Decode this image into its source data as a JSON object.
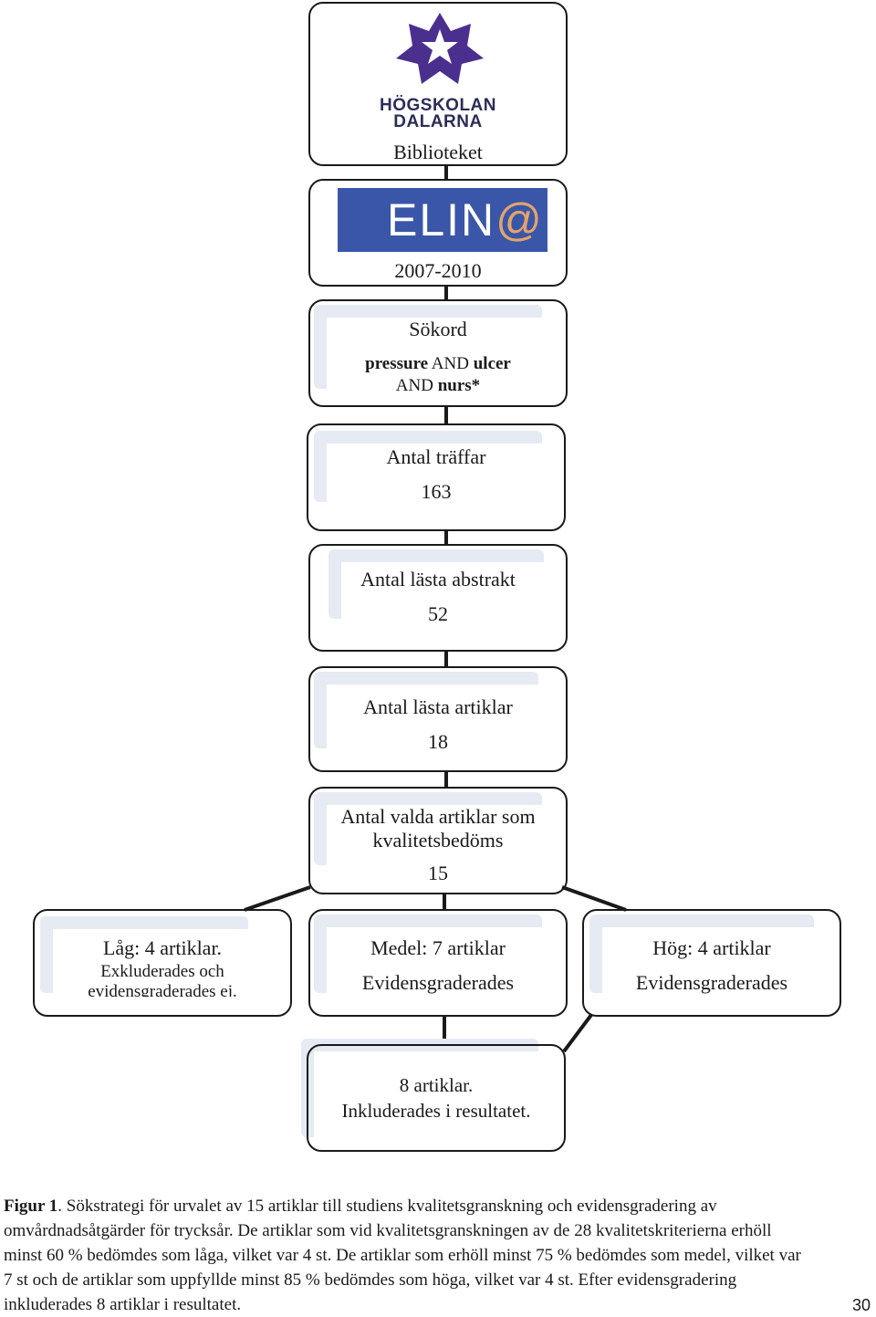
{
  "logo": {
    "line1": "HÖGSKOLAN",
    "line2": "DALARNA",
    "star_color": "#4b2f8f"
  },
  "boxes": {
    "library": "Biblioteket",
    "database": {
      "logo_text": "ELIN",
      "logo_at": "@",
      "years": "2007-2010"
    },
    "search": {
      "title": "Sökord",
      "term1": "pressure",
      "and1": "AND",
      "term2": "ulcer",
      "and2": "AND",
      "term3": "nurs*"
    },
    "hits": {
      "label": "Antal träffar",
      "value": "163"
    },
    "abstracts": {
      "label": "Antal lästa abstrakt",
      "value": "52"
    },
    "articles": {
      "label": "Antal lästa artiklar",
      "value": "18"
    },
    "selected": {
      "label_line1": "Antal valda artiklar som",
      "label_line2": "kvalitetsbedöms",
      "value": "15"
    },
    "low": {
      "line1": "Låg: 4 artiklar.",
      "line2": "Exkluderades och",
      "line3": "evidensgraderades ej."
    },
    "medium": {
      "line1": "Medel: 7 artiklar",
      "line2": "Evidensgraderades"
    },
    "high": {
      "line1": "Hög: 4 artiklar",
      "line2": "Evidensgraderades"
    },
    "result": {
      "line1": "8 artiklar.",
      "line2": "Inkluderades i resultatet."
    }
  },
  "caption": {
    "label": "Figur 1",
    "text": ". Sökstrategi för urvalet av 15 artiklar till studiens kvalitetsgranskning och evidensgradering av omvårdnadsåtgärder för trycksår. De artiklar som vid kvalitetsgranskningen av de 28 kvalitetskriterierna erhöll minst 60 % bedömdes som låga, vilket var 4 st. De artiklar som erhöll minst 75 % bedömdes som medel, vilket var 7 st och de artiklar som uppfyllde minst 85 % bedömdes som höga, vilket var 4 st. Efter evidensgradering inkluderades 8 artiklar i resultatet."
  },
  "page_number": "30"
}
